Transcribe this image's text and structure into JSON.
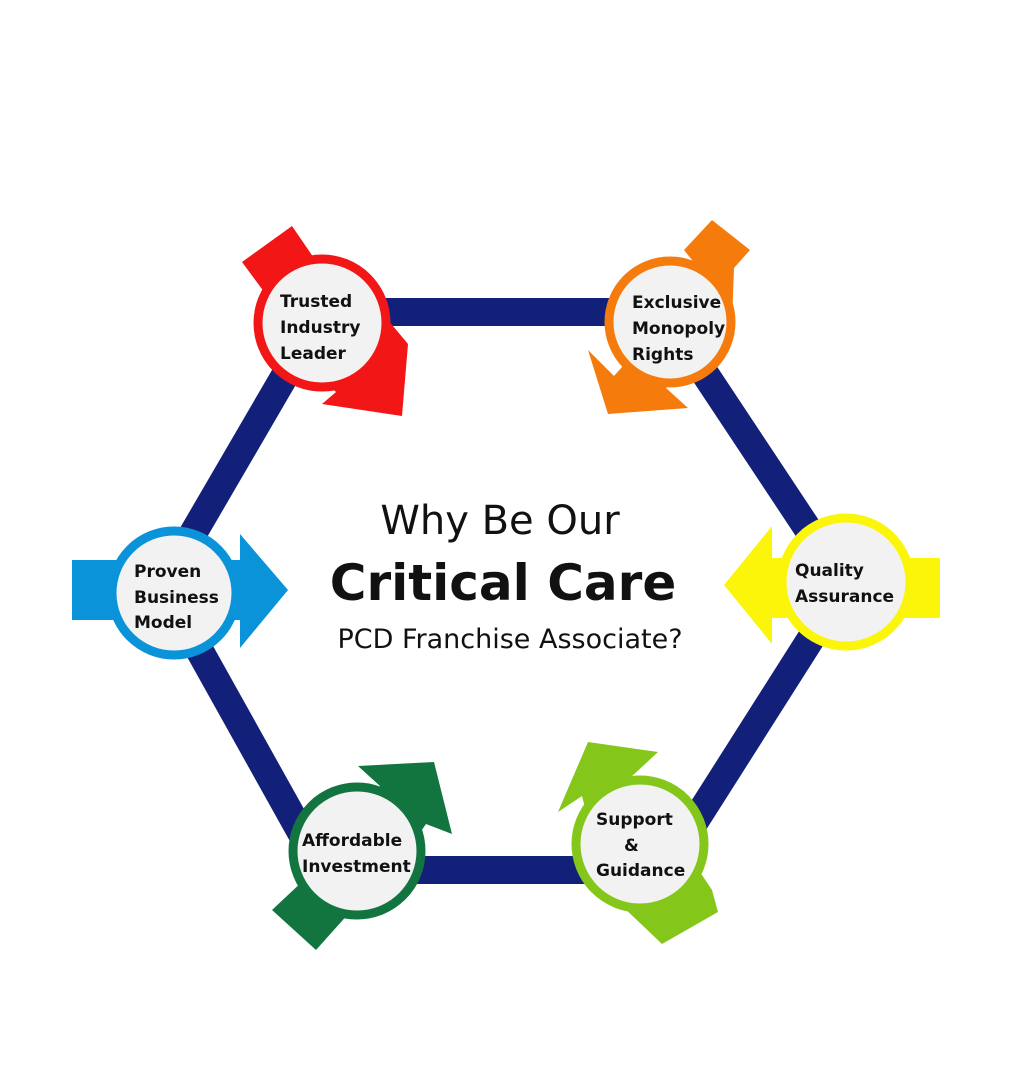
{
  "heading": {
    "line1": "Why Be Our",
    "line2": "Critical Care",
    "line3": "PCD Franchise Associate?"
  },
  "colors": {
    "connector": "#13207a",
    "circle_fill": "#f2f2f2"
  },
  "nodes": [
    {
      "id": "trusted-industry-leader",
      "lines": [
        "Trusted",
        "Industry",
        "Leader"
      ],
      "color": "#f21616",
      "icon": "curved-arrow-clockwise-icon"
    },
    {
      "id": "exclusive-monopoly-rights",
      "lines": [
        "Exclusive",
        "Monopoly",
        "Rights"
      ],
      "color": "#f57c0c",
      "icon": "curved-arrow-counterclockwise-icon"
    },
    {
      "id": "quality-assurance",
      "lines": [
        "Quality",
        "Assurance"
      ],
      "color": "#fbf50a",
      "icon": "arrow-left-icon"
    },
    {
      "id": "support-guidance",
      "lines": [
        "Support",
        "&",
        "Guidance"
      ],
      "color": "#84c71a",
      "icon": "diagonal-arrow-icon"
    },
    {
      "id": "affordable-investment",
      "lines": [
        "Affordable",
        "Investment"
      ],
      "color": "#127540",
      "icon": "diagonal-arrow-icon"
    },
    {
      "id": "proven-business-model",
      "lines": [
        "Proven",
        "Business",
        "Model"
      ],
      "color": "#0a93d8",
      "icon": "arrow-right-icon"
    }
  ]
}
